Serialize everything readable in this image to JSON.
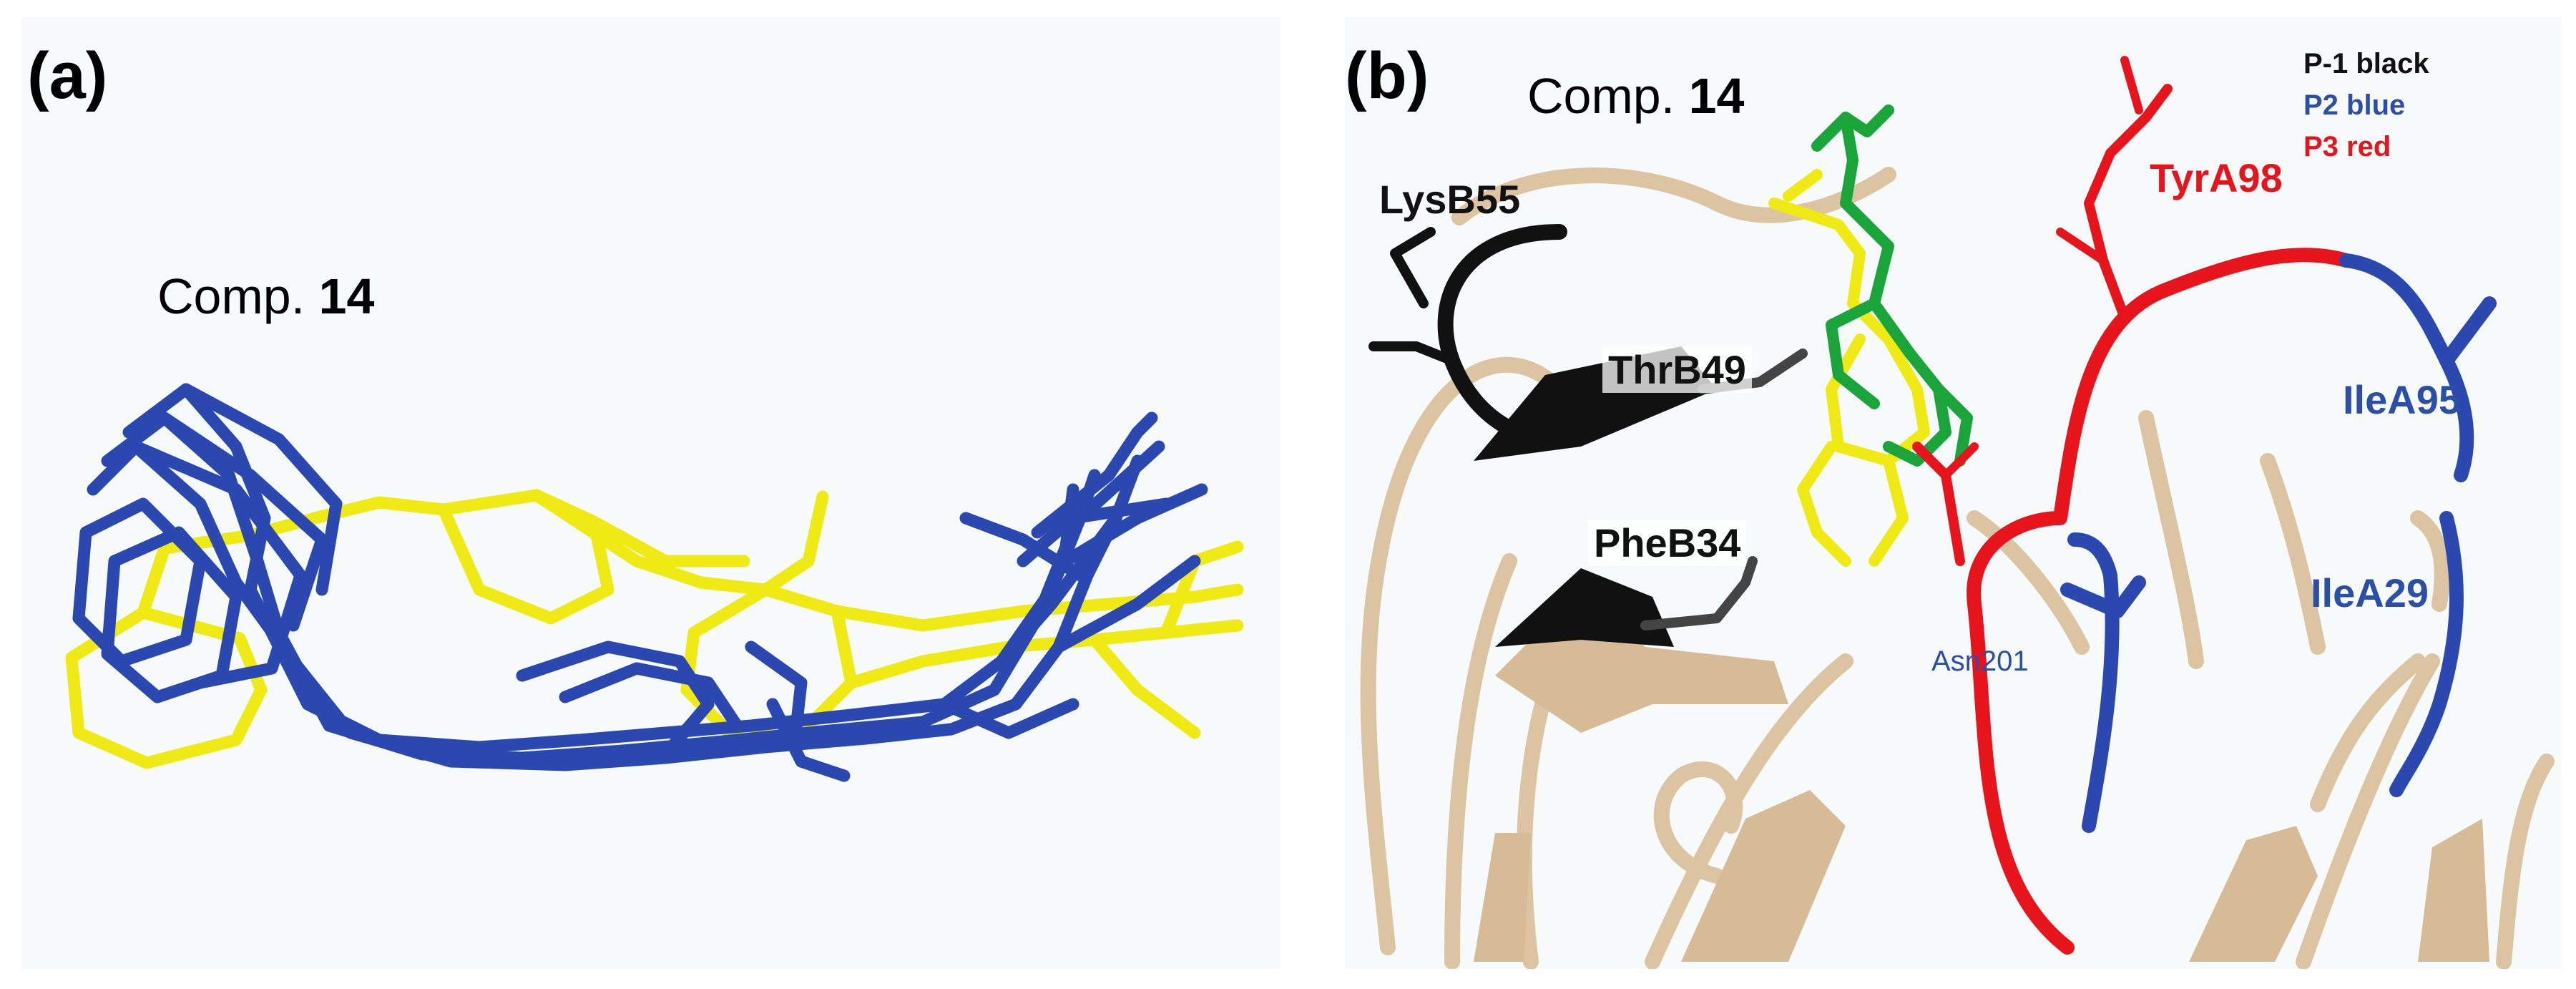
{
  "colors": {
    "p1_black": "#111111",
    "p2_blue": "#2a48b0",
    "p3_red": "#e8141b",
    "ligand_yellow": "#f0ea14",
    "ligand_green": "#1aa53a",
    "ribbon_tan": "#dcc3a2"
  },
  "panel_a": {
    "label": "(a)",
    "compound_prefix": "Comp.",
    "compound_number": "14"
  },
  "panel_b": {
    "label": "(b)",
    "compound_prefix": "Comp.",
    "compound_number": "14",
    "legend": [
      "P-1 black",
      "P2 blue",
      "P3 red"
    ],
    "residues": {
      "lysb55": "LysB55",
      "thrb49": "ThrB49",
      "pheb34": "PheB34",
      "tyra98": "TyrA98",
      "ilea95": "IleA95",
      "ilea29": "IleA29",
      "asn201": "Asn201"
    }
  }
}
